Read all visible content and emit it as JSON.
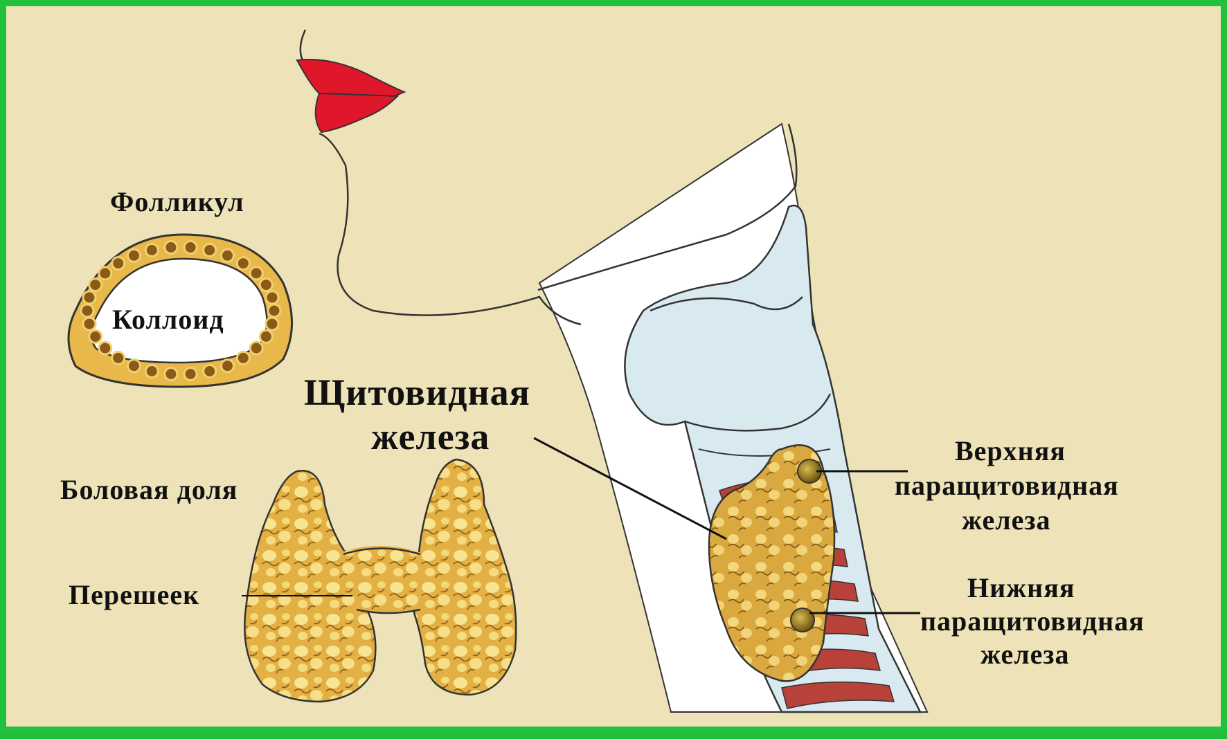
{
  "labels": {
    "follicle": "Фолликул",
    "colloid": "Коллоид",
    "thyroid_title_line1": "Щитовидная",
    "thyroid_title_line2": "железа",
    "lateral_lobe": "Боловая доля",
    "isthmus": "Перешеек",
    "upper_para_line1": "Верхняя",
    "upper_para_line2": "паращитовидная",
    "upper_para_line3": "железа",
    "lower_para_line1": "Нижняя",
    "lower_para_line2": "паращитовидная",
    "lower_para_line3": "железа"
  },
  "colors": {
    "background": "#ede2b8",
    "border": "#21c03d",
    "gland": "#e3b043",
    "gland_light": "#f7e08a",
    "trachea": "#dcebf0",
    "cartilage": "#b8413a",
    "lips": "#e0162a",
    "parathyroid": "#9a7a18"
  }
}
